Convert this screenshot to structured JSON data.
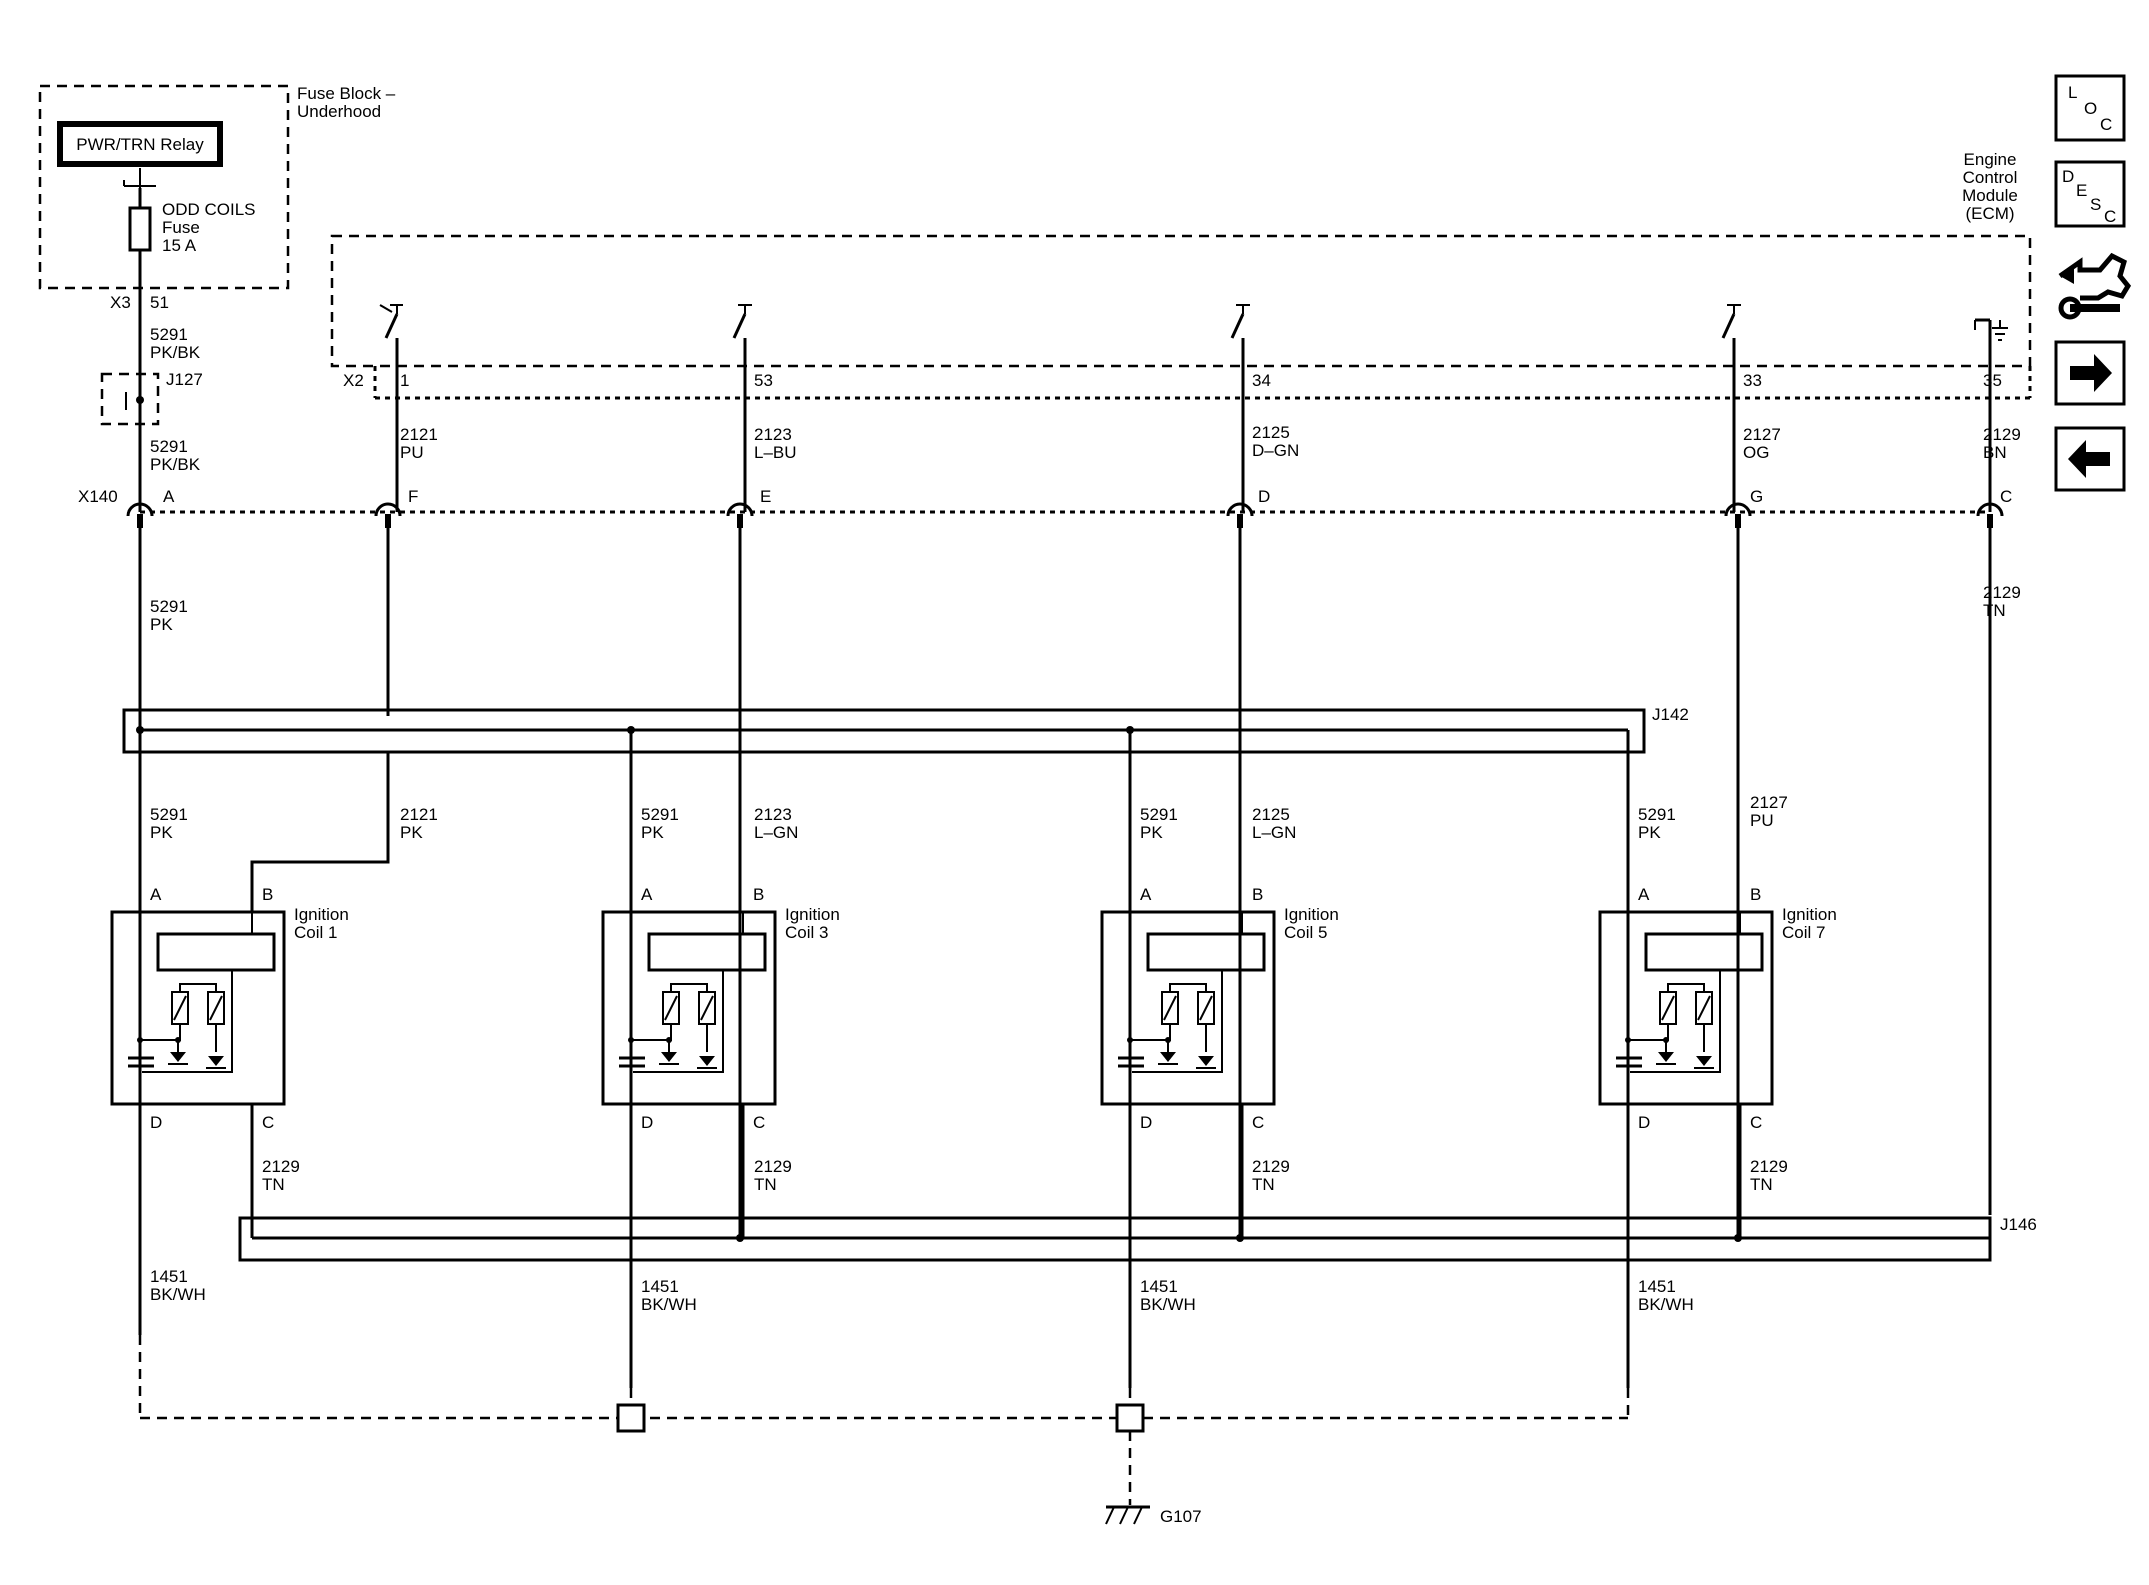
{
  "fuse_block": {
    "title_line1": "Fuse Block –",
    "title_line2": "Underhood",
    "relay_label": "PWR/TRN Relay",
    "fuse_name_line1": "ODD COILS",
    "fuse_name_line2": "Fuse",
    "fuse_rating": "15 A",
    "connector": "X3",
    "pin": "51"
  },
  "ecm": {
    "title_line1": "Engine",
    "title_line2": "Control",
    "title_line3": "Module",
    "title_line4": "(ECM)",
    "connector": "X2",
    "pins": [
      "1",
      "53",
      "34",
      "33",
      "35"
    ]
  },
  "splices": {
    "j127": "J127",
    "j142": "J142",
    "j146": "J146"
  },
  "inline_connector": {
    "name": "X140",
    "pins": [
      "A",
      "F",
      "E",
      "D",
      "G",
      "C"
    ]
  },
  "wires": {
    "w5291_pkbk_num": "5291",
    "w5291_pkbk_col": "PK/BK",
    "w5291_pk_num": "5291",
    "w5291_pk_col": "PK",
    "w2121_num": "2121",
    "w2121_col_top": "PU",
    "w2121_col_bot": "PK",
    "w2123_num": "2123",
    "w2123_col_top": "L–BU",
    "w2123_col_bot": "L–GN",
    "w2125_num": "2125",
    "w2125_col_top": "D–GN",
    "w2125_col_bot": "L–GN",
    "w2127_num": "2127",
    "w2127_col_top": "OG",
    "w2127_col_bot": "PU",
    "w2129_num": "2129",
    "w2129_col_bn": "BN",
    "w2129_col_tn": "TN",
    "w1451_num": "1451",
    "w1451_col": "BK/WH"
  },
  "coils": [
    {
      "name_line1": "Ignition",
      "name_line2": "Coil 1",
      "pin_a": "A",
      "pin_b": "B",
      "pin_c": "C",
      "pin_d": "D"
    },
    {
      "name_line1": "Ignition",
      "name_line2": "Coil 3",
      "pin_a": "A",
      "pin_b": "B",
      "pin_c": "C",
      "pin_d": "D"
    },
    {
      "name_line1": "Ignition",
      "name_line2": "Coil 5",
      "pin_a": "A",
      "pin_b": "B",
      "pin_c": "C",
      "pin_d": "D"
    },
    {
      "name_line1": "Ignition",
      "name_line2": "Coil 7",
      "pin_a": "A",
      "pin_b": "B",
      "pin_c": "C",
      "pin_d": "D"
    }
  ],
  "ground": "G107",
  "nav": {
    "loc_letters": [
      "L",
      "O",
      "C"
    ],
    "desc_letters": [
      "D",
      "E",
      "S",
      "C"
    ],
    "connector_icon": "connector-wrench-icon",
    "next_icon": "arrow-right-icon",
    "prev_icon": "arrow-left-icon"
  }
}
